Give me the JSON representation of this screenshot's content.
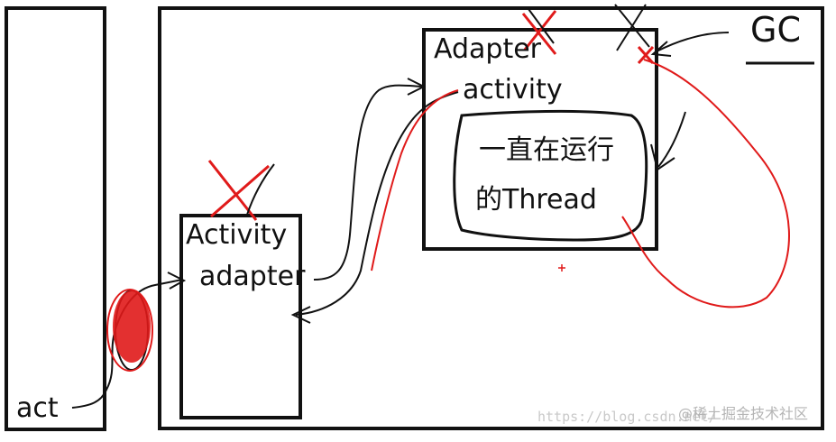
{
  "labels": {
    "act": "act",
    "activity": "Activity",
    "adapter": "adapter",
    "adapter_box": "Adapter",
    "activity_field": "activity",
    "thread_line1": "一直在运行",
    "thread_line2": "的Thread",
    "gc": "GC"
  },
  "watermark": {
    "url": "https://blog.csdn.net/",
    "community": "@稀土掘金技术社区"
  },
  "colors": {
    "ink": "#111111",
    "red": "#e01a1a"
  }
}
